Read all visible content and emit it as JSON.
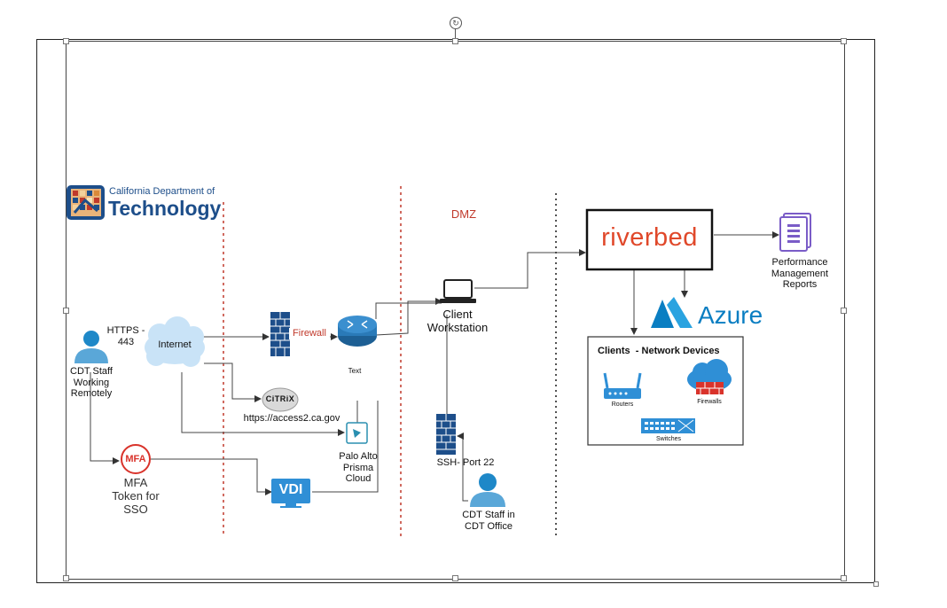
{
  "logo": {
    "line1": "California Department of",
    "line2": "Technology"
  },
  "zone": {
    "dmz": "DMZ"
  },
  "nodes": {
    "staff_remote": "CDT Staff\nWorking\nRemotely",
    "https": "HTTPS -\n443",
    "internet": "Internet",
    "firewall": "Firewall",
    "router_text": "Text",
    "citrix_logo": "CiTRiX",
    "citrix_url": "https://access2.ca.gov",
    "palo_alto": "Palo Alto\nPrisma\nCloud",
    "mfa_badge": "MFA",
    "mfa_label": "MFA\nToken for\nSSO",
    "vdi": "VDI",
    "client_ws": "Client\nWorkstation",
    "ssh": "SSH- Port 22",
    "staff_office": "CDT Staff in\nCDT Office",
    "riverbed": "riverbed",
    "reports": "Performance\nManagement\nReports",
    "azure": "Azure"
  },
  "clients_box": {
    "title": "Clients  - Network Devices",
    "routers": "Routers",
    "firewalls": "Firewalls",
    "switches": "Switches"
  },
  "colors": {
    "red_line": "#c0392b",
    "riverbed": "#e0482a",
    "azure": "#0a7ec2",
    "cloud": "#c9e3f7",
    "device_blue": "#2f8fd6",
    "dark_blue": "#1d4e8a",
    "mfa_red": "#d9332b",
    "report_purple": "#7a5cc7"
  }
}
